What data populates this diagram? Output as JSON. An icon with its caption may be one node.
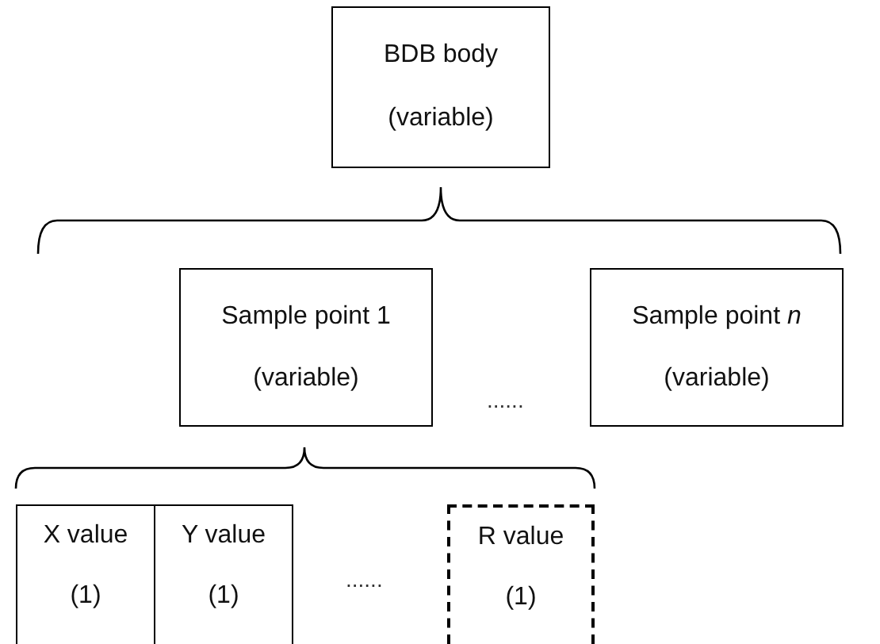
{
  "diagram": {
    "nodes": [
      {
        "text": [
          "BDB body",
          "(variable)"
        ]
      },
      {
        "text": [
          "Sample point 1",
          "(variable)"
        ]
      },
      {
        "text": [
          "Sample point *n*",
          "(variable)"
        ]
      },
      {
        "text": [
          "X value",
          "(1)"
        ]
      },
      {
        "text": [
          "Y value",
          "(1)"
        ]
      },
      {
        "text": [
          "R value",
          "(1)"
        ]
      }
    ],
    "labels": [
      "......",
      "......"
    ]
  }
}
